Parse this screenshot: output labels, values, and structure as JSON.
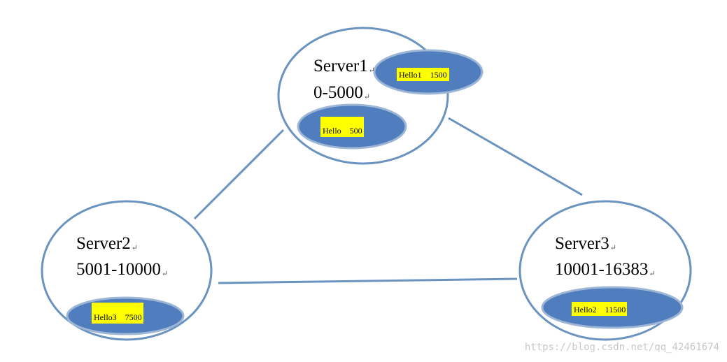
{
  "servers": [
    {
      "name": "Server1",
      "range": "0-5000"
    },
    {
      "name": "Server2",
      "range": "5001-10000"
    },
    {
      "name": "Server3",
      "range": "10001-16383"
    }
  ],
  "keys": [
    {
      "label": "Hello1    1500"
    },
    {
      "label": "Hello    500"
    },
    {
      "label": "Hello3    7500"
    },
    {
      "label": "Hello2    11500"
    }
  ],
  "paragraph_mark": "↵",
  "watermark": "https://blog.csdn.net/qq_42461674",
  "colors": {
    "ring": "#6b93bf",
    "pill": "#4f7dbd",
    "highlight": "#ffff00"
  }
}
